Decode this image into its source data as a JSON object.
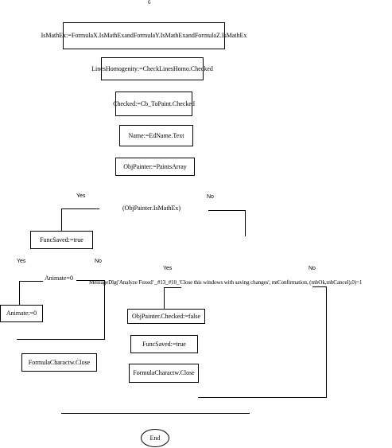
{
  "page_number": "6",
  "nodes": {
    "ismathex": "IsMathEx:=FormulaX.IsMathExandFormulaY.IsMathExandFormulaZ.IsMathEx",
    "lines_homogenity": "LinesHomogenity:=CheckLinesHomo.Checked",
    "checked": "Checked:=Cb_ToPaint.Checked",
    "name": "Name:=EdName.Text",
    "objpainter": "ObjPainter:=PaintsArray",
    "decision1": "(ObjPainter.IsMathEx)",
    "func_saved_1": "FuncSaved:=true",
    "decision2": "Animate=0",
    "animate_zero": "Animate:=0",
    "close_left": "FormulaCharactw.Close",
    "message": "MessageDlg('Analyze Fuxed' _#13_#10_'Close this windows with saving changes', mtConfirmation, (mbOk,mbCancel),0)=1",
    "objpainter_checked": "ObjPainter.Checked:=false",
    "func_saved_2": "FuncSaved:=true",
    "close_right": "FormulaCharactw.Close",
    "end": "End"
  },
  "labels": {
    "yes_1": "Yes",
    "no_1": "No",
    "yes_2": "Yes",
    "no_2": "No",
    "yes_3": "Yes",
    "no_3": "No"
  }
}
